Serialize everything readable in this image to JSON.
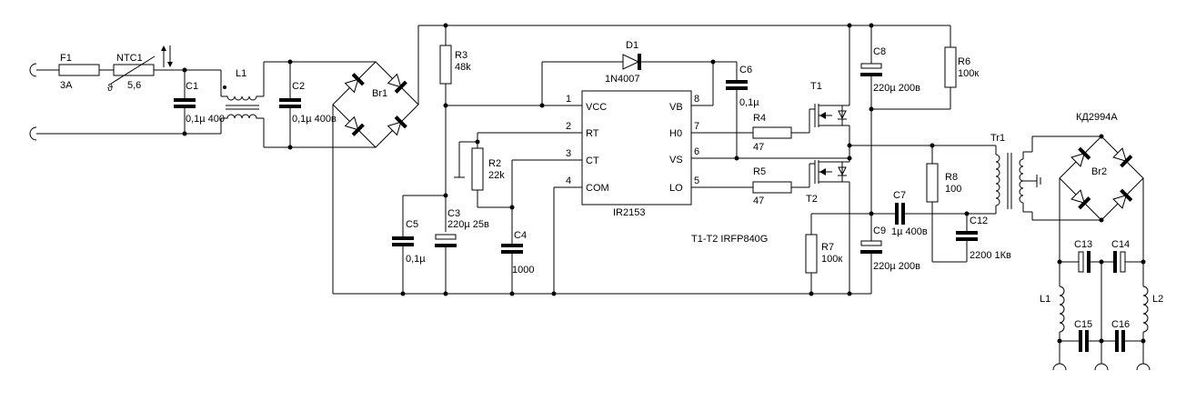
{
  "components": {
    "F1": {
      "ref": "F1",
      "value": "3A"
    },
    "NTC1": {
      "ref": "NTC1",
      "value": "5,6"
    },
    "C1": {
      "ref": "C1",
      "value": "0,1µ 400"
    },
    "L1": {
      "ref": "L1"
    },
    "C2": {
      "ref": "C2",
      "value": "0,1µ 400в"
    },
    "Br1": {
      "ref": "Br1"
    },
    "R3": {
      "ref": "R3",
      "value": "48k"
    },
    "D1": {
      "ref": "D1",
      "value": "1N4007"
    },
    "C6": {
      "ref": "C6",
      "value": "0,1µ"
    },
    "C8": {
      "ref": "C8",
      "value": "220µ 200в"
    },
    "R6": {
      "ref": "R6",
      "value": "100к"
    },
    "T1": {
      "ref": "T1"
    },
    "T2": {
      "ref": "T2"
    },
    "R4": {
      "ref": "R4",
      "value": "47"
    },
    "R5": {
      "ref": "R5",
      "value": "47"
    },
    "R2": {
      "ref": "R2",
      "value": "22k"
    },
    "C5": {
      "ref": "C5",
      "value": "0,1µ"
    },
    "C3": {
      "ref": "C3",
      "value": "220µ 25в"
    },
    "C4": {
      "ref": "C4",
      "value": "1000"
    },
    "C7": {
      "ref": "C7",
      "value": "1µ 400в"
    },
    "C9": {
      "ref": "C9",
      "value": "220µ 200в"
    },
    "R7": {
      "ref": "R7",
      "value": "100к"
    },
    "R8": {
      "ref": "R8",
      "value": "100"
    },
    "C12": {
      "ref": "C12",
      "value": "2200 1Кв"
    },
    "Tr1": {
      "ref": "Tr1"
    },
    "Br2": {
      "ref": "Br2",
      "value": "КД2994А"
    },
    "C13": {
      "ref": "C13"
    },
    "C14": {
      "ref": "C14"
    },
    "C15": {
      "ref": "C15"
    },
    "C16": {
      "ref": "C16"
    },
    "L1b": {
      "ref": "L1"
    },
    "L2": {
      "ref": "L2"
    }
  },
  "ic": {
    "ref": "IR2153",
    "pins": [
      {
        "num": "1",
        "name": "VCC"
      },
      {
        "num": "2",
        "name": "RT"
      },
      {
        "num": "3",
        "name": "CT"
      },
      {
        "num": "4",
        "name": "COM"
      },
      {
        "num": "8",
        "name": "VB"
      },
      {
        "num": "7",
        "name": "H0"
      },
      {
        "num": "6",
        "name": "VS"
      },
      {
        "num": "5",
        "name": "LO"
      }
    ]
  },
  "notes": {
    "transistors": "T1-T2 IRFP840G"
  }
}
